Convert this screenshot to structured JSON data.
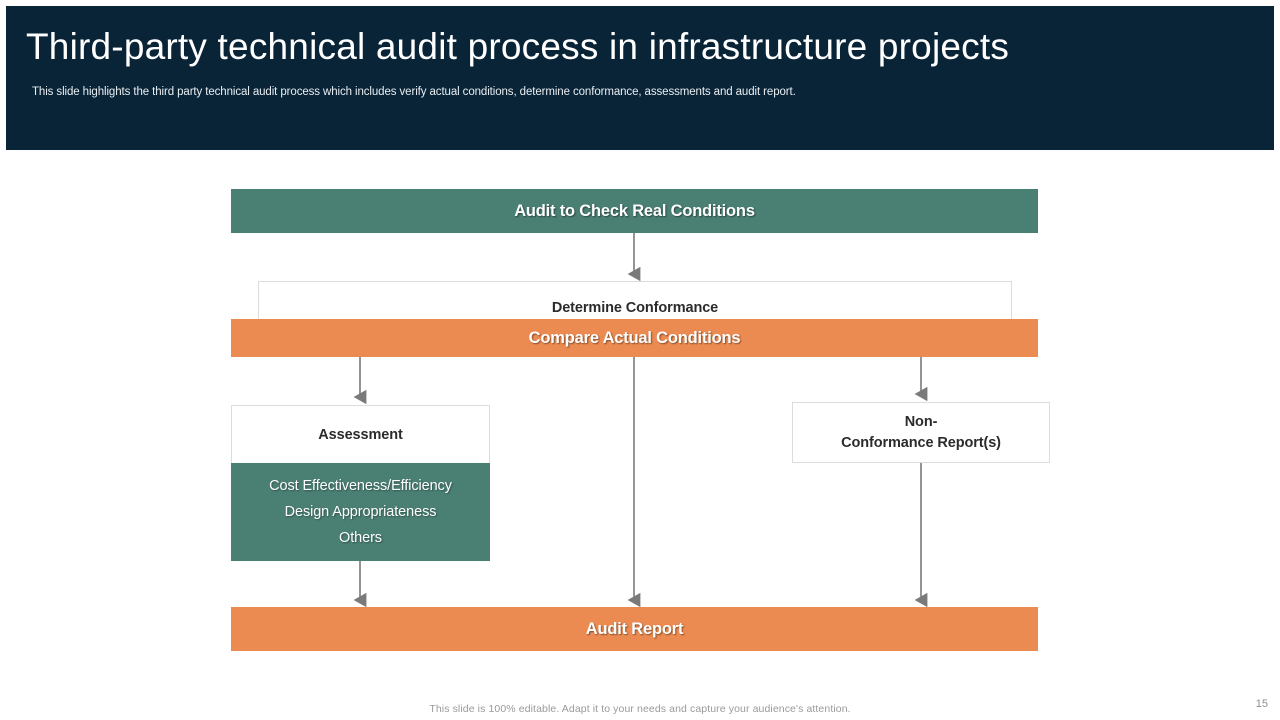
{
  "header": {
    "title": "Third-party technical audit process in infrastructure projects",
    "subtitle": "This slide highlights the third party technical audit process which includes verify actual conditions, determine conformance, assessments and audit report.",
    "background_color": "#092437",
    "title_color": "#ffffff"
  },
  "theme": {
    "teal": "#4a7f73",
    "orange": "#ec8b51",
    "connector": "#7a7a7a",
    "box_border": "#dcdcdc"
  },
  "diagram": {
    "nodes": {
      "audit_check": {
        "label": "Audit to Check Real Conditions",
        "style": "teal-bar"
      },
      "determine": {
        "label": "Determine Conformance",
        "style": "white-box"
      },
      "compare": {
        "label": "Compare Actual Conditions",
        "style": "orange-bar"
      },
      "assessment": {
        "label": "Assessment",
        "style": "white-box"
      },
      "assessment_items": [
        "Cost Effectiveness/Efficiency",
        "Design Appropriateness",
        "Others"
      ],
      "non_conformance": {
        "line1": "Non-",
        "line2": "Conformance Report(s)",
        "style": "white-box"
      },
      "audit_report": {
        "label": "Audit Report",
        "style": "orange-bar"
      }
    }
  },
  "footer": {
    "note": "This slide is 100% editable. Adapt it to your needs and capture your audience's attention.",
    "page_number": "15"
  }
}
